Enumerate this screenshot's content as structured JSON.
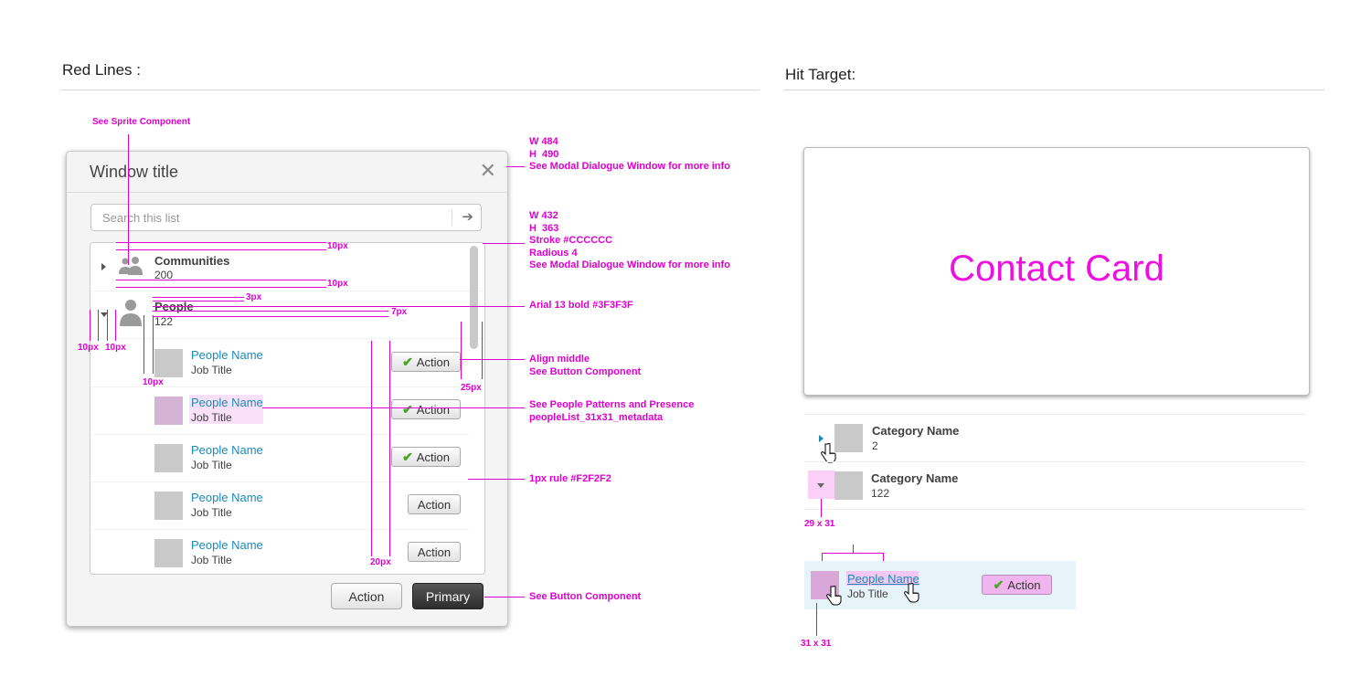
{
  "sections": {
    "left_title": "Red Lines :",
    "right_title": "Hit Target:"
  },
  "modal": {
    "title": "Window title",
    "close_glyph": "✕",
    "search_placeholder": "Search this list",
    "search_go_glyph": "➔",
    "categories": [
      {
        "name": "Communities",
        "count": "200",
        "icon": "communities-icon",
        "expanded": false
      },
      {
        "name": "People",
        "count": "122",
        "icon": "person-icon",
        "expanded": true
      }
    ],
    "people": [
      {
        "name": "People Name",
        "job": "Job Title",
        "action": "Action",
        "check": true,
        "highlight": false
      },
      {
        "name": "People Name",
        "job": "Job Title",
        "action": "Action",
        "check": true,
        "highlight": true
      },
      {
        "name": "People Name",
        "job": "Job Title",
        "action": "Action",
        "check": true,
        "highlight": false
      },
      {
        "name": "People Name",
        "job": "Job Title",
        "action": "Action",
        "check": false,
        "highlight": false
      },
      {
        "name": "People Name",
        "job": "Job Title",
        "action": "Action",
        "check": false,
        "highlight": false
      }
    ],
    "footer": {
      "action_label": "Action",
      "primary_label": "Primary"
    }
  },
  "annotations": {
    "sprite": "See Sprite Component",
    "modal_size": "W 484\nH  490\nSee Modal Dialogue Window for more info",
    "list_size": "W 432\nH  363\nStroke #CCCCCC\nRadious 4\nSee Modal Dialogue Window for more info",
    "font": "Arial 13 bold #3F3F3F",
    "align": "Align middle\nSee Button Component",
    "people_patterns": "See People Patterns and Presence\npeopleList_31x31_metadata",
    "rule": "1px rule #F2F2F2",
    "button": "See Button Component",
    "d10px_a": "10px",
    "d10px_b": "10px",
    "d3px": "3px",
    "d7px": "7px",
    "d10px_c": "10px",
    "d10px_d": "10px",
    "d10px_e": "10px",
    "d25px": "25px",
    "d20px": "20px"
  },
  "hit_target": {
    "card_label": "Contact Card",
    "categories": [
      {
        "name": "Category Name",
        "count": "2"
      },
      {
        "name": "Category Name",
        "count": "122"
      }
    ],
    "size_29": "29 x 31",
    "person": {
      "name": "People Name",
      "job": "Job Title",
      "action": "Action"
    },
    "size_31": "31 x 31"
  },
  "colors": {
    "annotation": "#e000d0",
    "link": "#1a8bb8",
    "text": "#3f3f3f",
    "primary_btn": "#333333"
  }
}
